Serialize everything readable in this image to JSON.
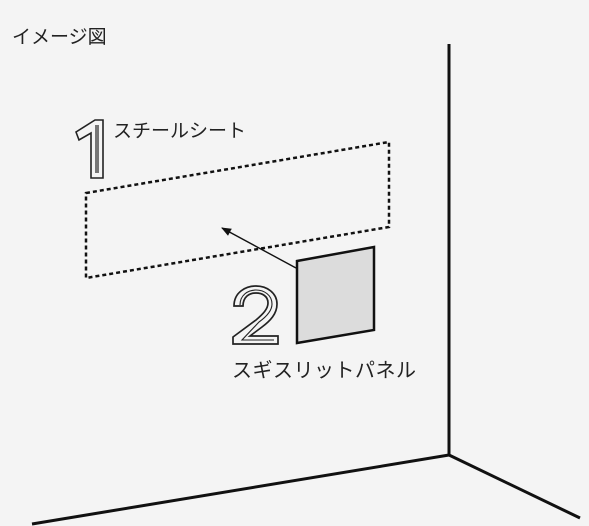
{
  "figure": {
    "caption": "イメージ図",
    "colors": {
      "background": "#f4f4f4",
      "line": "#111111",
      "panel_fill": "#dcdcdc"
    }
  },
  "items": [
    {
      "number": "1",
      "name": "スチールシート",
      "outline": "dashed"
    },
    {
      "number": "2",
      "name": "スギスリットパネル",
      "outline": "solid"
    }
  ]
}
